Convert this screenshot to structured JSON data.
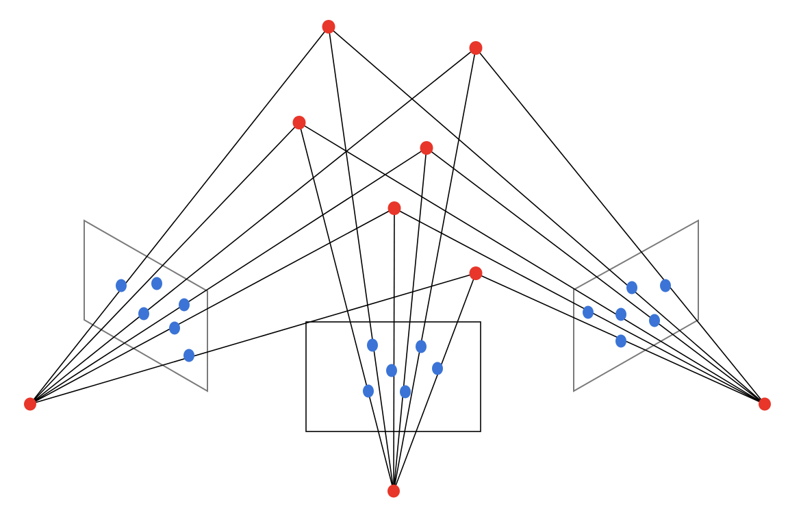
{
  "diagram": {
    "type": "multi-view-geometry",
    "colors": {
      "point_3d": "#e8362a",
      "projection": "#3b74d6",
      "ray": "#000000",
      "image_plane_side": "#7a7a7a",
      "image_plane_center": "#000000",
      "background": "#ffffff"
    },
    "counts": {
      "points_3d": 6,
      "cameras": 3,
      "projections_per_camera": 6
    }
  }
}
